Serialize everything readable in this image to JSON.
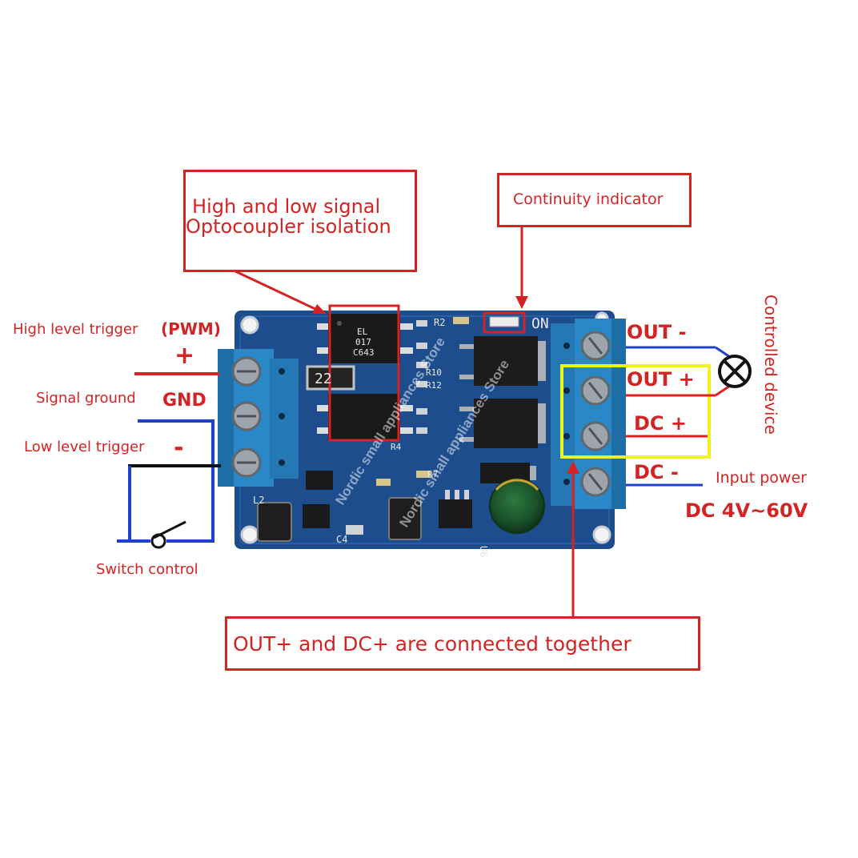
{
  "callouts": {
    "optocoupler": {
      "line1": "High and low signal",
      "line2": "Optocoupler isolation"
    },
    "indicator": "Continuity indicator",
    "connected": "OUT+ and DC+ are connected together"
  },
  "left_labels": {
    "high_trigger": "High level trigger",
    "pwm": "(PWM)",
    "plus": "+",
    "signal_ground": "Signal ground",
    "gnd": "GND",
    "low_trigger": "Low level trigger",
    "minus": "-",
    "switch": "Switch control"
  },
  "right_labels": {
    "out_minus": "OUT -",
    "out_plus": "OUT +",
    "dc_plus": "DC +",
    "dc_minus": "DC -",
    "controlled_device": "Controlled device",
    "input_power": "Input power",
    "voltage": "DC 4V~60V"
  },
  "board_text": {
    "on": "ON",
    "r2": "R2",
    "opto_marking": [
      "EL",
      "017",
      "C643"
    ],
    "r22": "22",
    "r10": "R10",
    "r12": "R12",
    "r4": "R4",
    "r7": "R7",
    "l2": "L2",
    "c4": "C4",
    "u6": "U6"
  },
  "watermark": [
    "Nordic small appliances Store",
    "Nordic small appliances Store"
  ],
  "colors": {
    "annotation": "#d42323",
    "wire_red": "#e02020",
    "wire_blue": "#1f3fd0",
    "wire_black": "#111111",
    "highlight": "#f2f21e",
    "pcb": "#1d4d8c",
    "terminal": "#2a87c8"
  }
}
